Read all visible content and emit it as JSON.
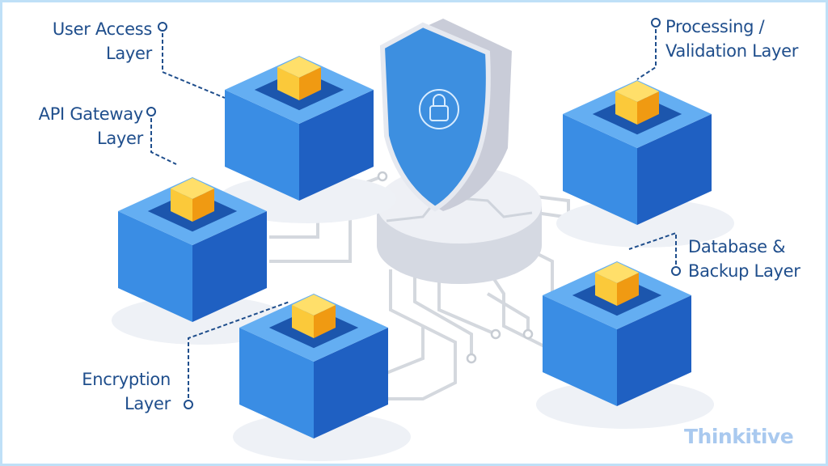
{
  "labels": {
    "user_access": [
      "User Access",
      "Layer"
    ],
    "api_gateway": [
      "API Gateway",
      "Layer"
    ],
    "encryption": [
      "Encryption",
      "Layer"
    ],
    "processing": [
      "Processing /",
      "Validation Layer"
    ],
    "database": [
      "Database &",
      "Backup Layer"
    ]
  },
  "logo": {
    "text": "Thinkitive"
  },
  "icons": {
    "shield": "shield-lock-icon"
  },
  "colors": {
    "label_text": "#1f4e8c",
    "box_blue": "#2f7fd8",
    "cube_yellow": "#f6b51e",
    "shield_blue": "#3d8fe0",
    "border": "#bfe0f7"
  }
}
